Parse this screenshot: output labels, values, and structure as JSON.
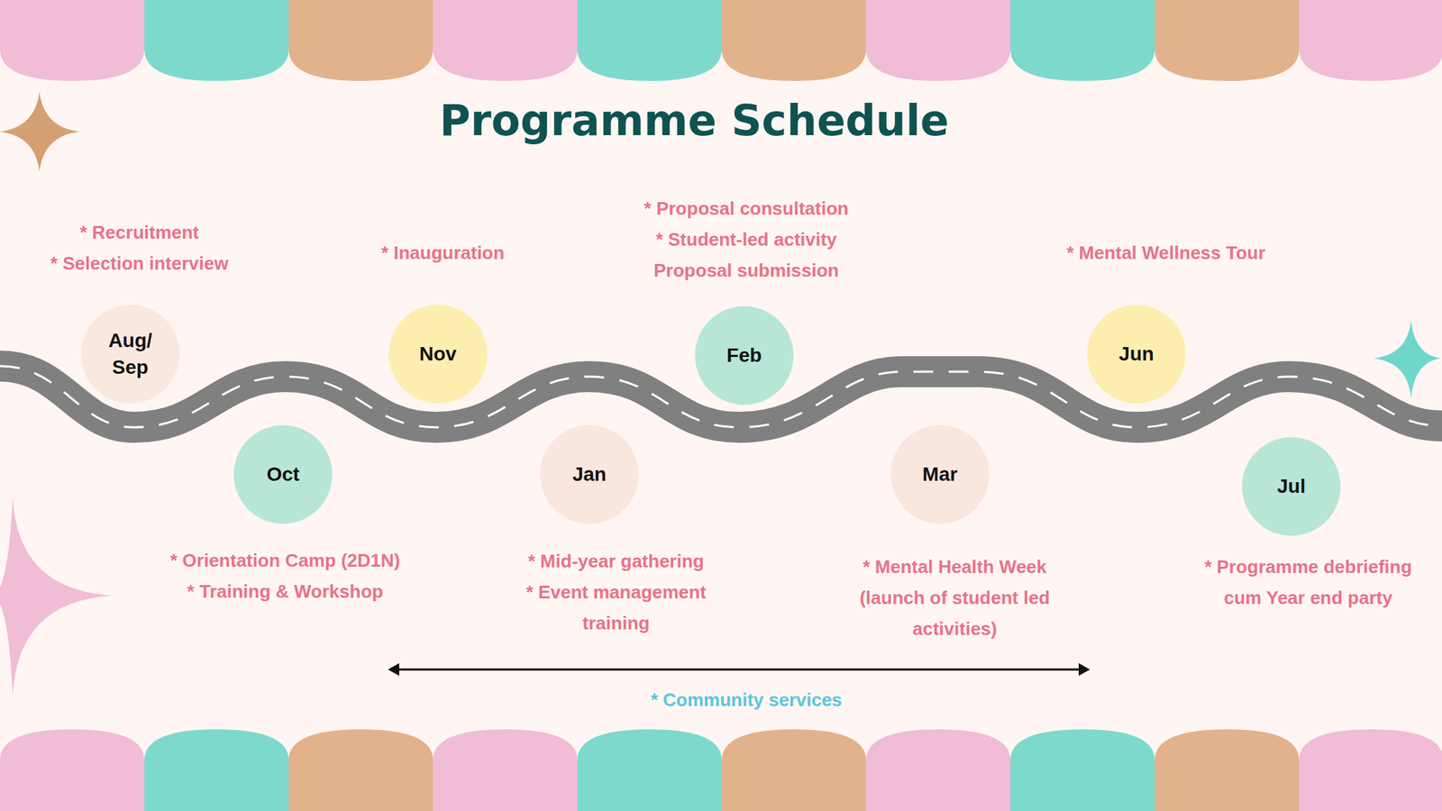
{
  "diagram": {
    "title": "Programme Schedule",
    "nodes": [
      {
        "text": [
          "Aug/ Sep"
        ]
      },
      {
        "text": [
          "Oct"
        ]
      },
      {
        "text": [
          "Nov"
        ]
      },
      {
        "text": [
          "Jan"
        ]
      },
      {
        "text": [
          "Feb"
        ]
      },
      {
        "text": [
          "Mar"
        ]
      },
      {
        "text": [
          "Jun"
        ]
      },
      {
        "text": [
          "Jul"
        ]
      }
    ],
    "labels": [
      "* Recruitment",
      "* Selection interview",
      "* Inauguration",
      "* Proposal consultation",
      "* Student-led activity",
      "Proposal submission",
      "* Mental Wellness Tour",
      "* Orientation Camp (2D1N)",
      "* Training & Workshop",
      "* Mid-year gathering",
      "* Event management training",
      "* Mental Health Week (launch of student led activities)",
      "* Programme debriefing cum Year end party",
      "* Community services"
    ]
  }
}
